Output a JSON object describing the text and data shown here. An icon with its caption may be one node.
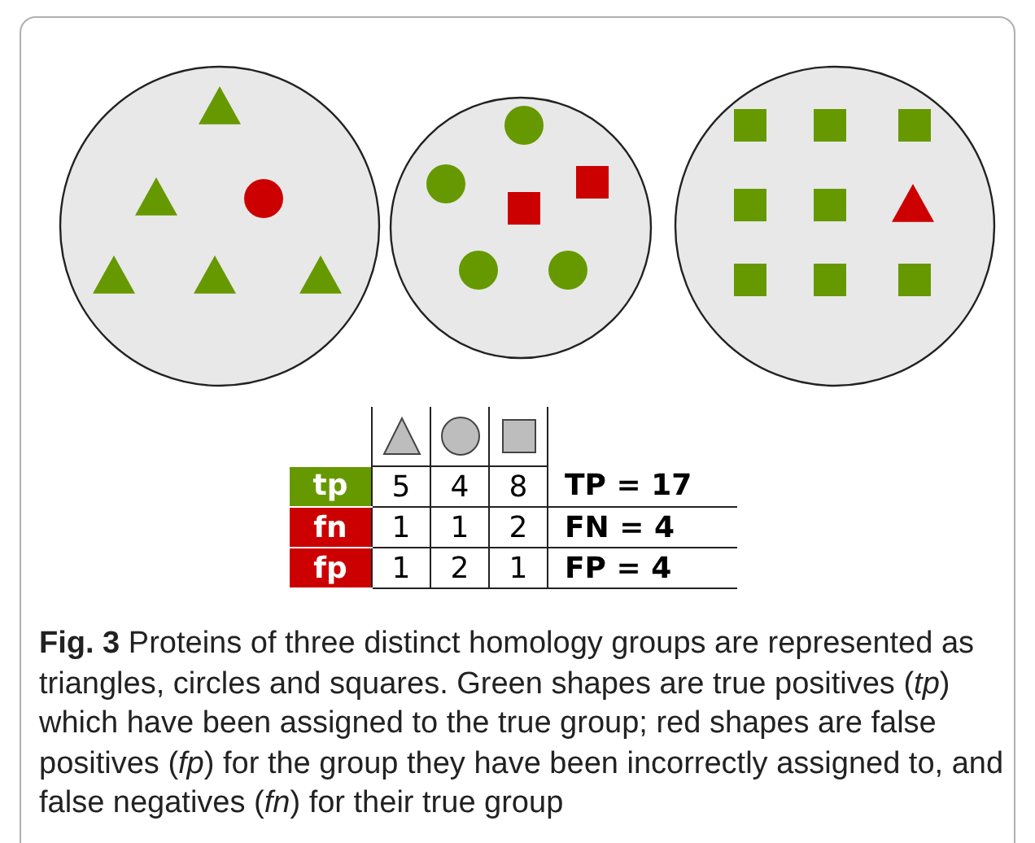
{
  "diagram": {
    "caption": "**Fig. 3** Proteins of three distinct homology groups are represented as triangles, circles and squares. Green shapes are true positives (*tp*) which have been assigned to the true group; red shapes are false positives (*fp*) for the group they have been incorrectly assigned to, and false negatives (*fn*) for their true group",
    "labels": [
      "tp",
      "5",
      "4",
      "8",
      "TP = 17",
      "fn",
      "1",
      "1",
      "2",
      "FN = 4",
      "fp",
      "1",
      "2",
      "1",
      "FP = 4"
    ]
  }
}
